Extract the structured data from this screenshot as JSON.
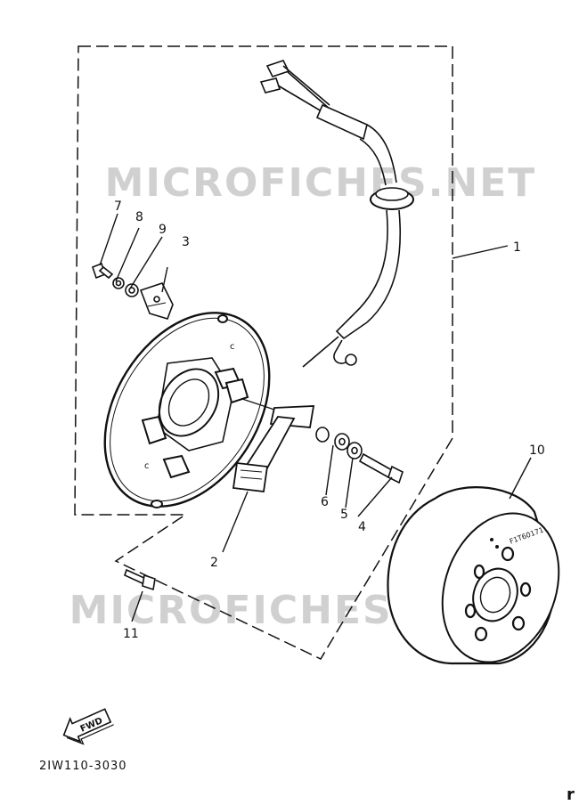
{
  "watermark": "MICROFICHES.NET",
  "callouts": {
    "p1": "1",
    "p2": "2",
    "p3": "3",
    "p4": "4",
    "p5": "5",
    "p6": "6",
    "p7": "7",
    "p8": "8",
    "p9": "9",
    "p10": "10",
    "p11": "11"
  },
  "fwd_label": "FWD",
  "part_code": "2IW110-3030",
  "flywheel_stamp": "F1T60171",
  "corner_mark": "r",
  "colors": {
    "ink": "#111111",
    "watermark": "#cccccc"
  }
}
